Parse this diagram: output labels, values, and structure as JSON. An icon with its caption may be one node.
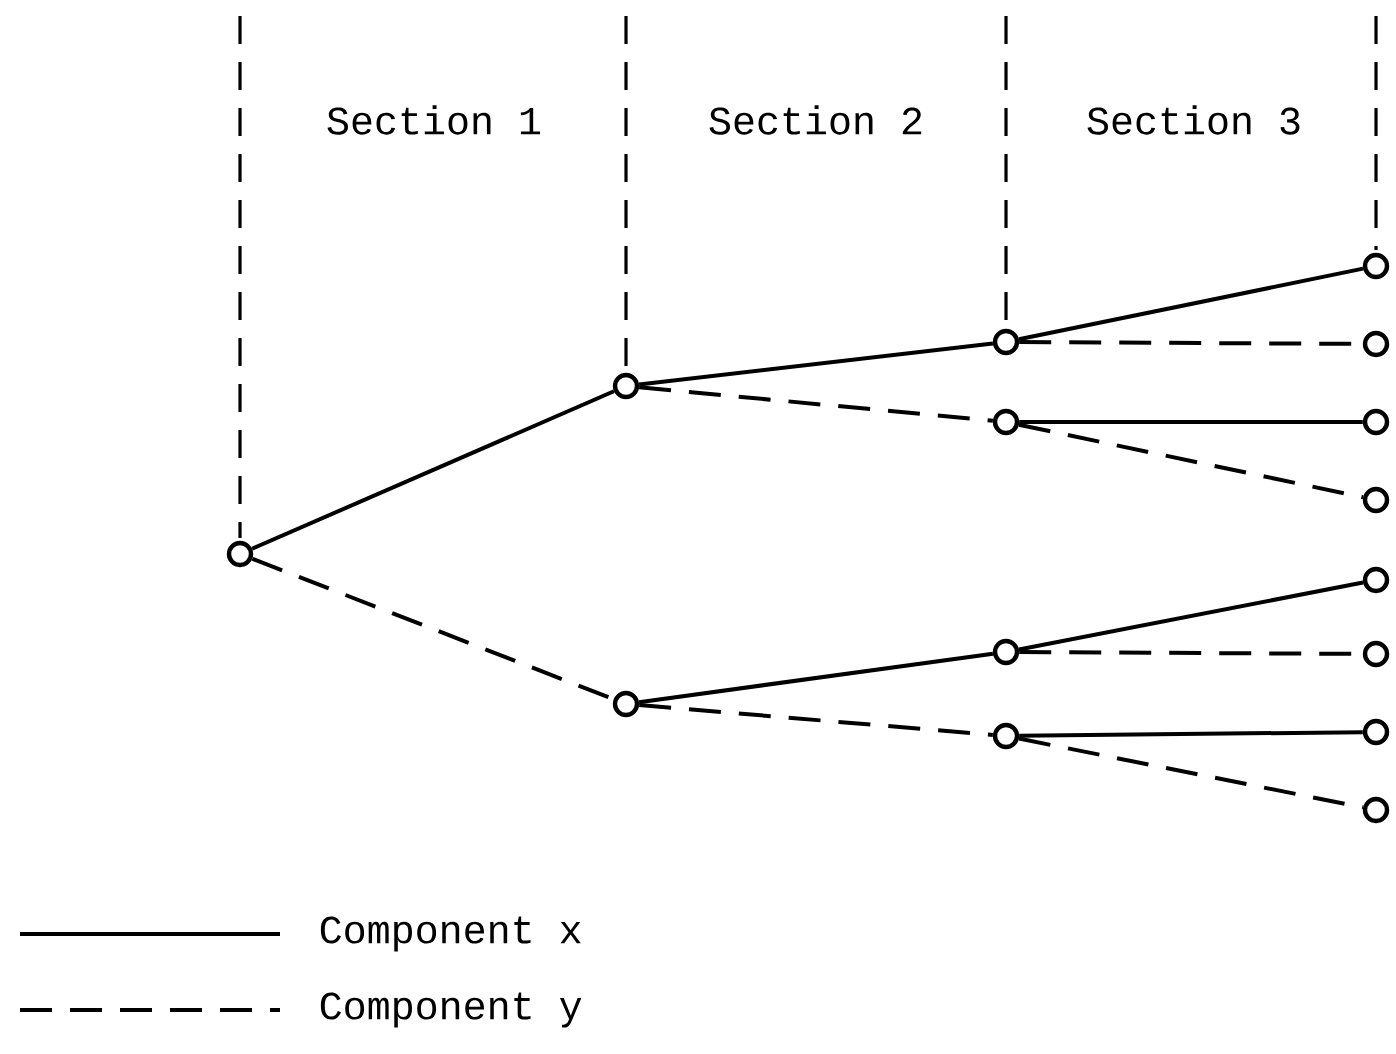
{
  "diagram": {
    "nodes": [
      {
        "text": [],
        "shape": "circle"
      },
      {
        "text": [],
        "shape": "circle"
      },
      {
        "text": [],
        "shape": "circle"
      },
      {
        "text": [],
        "shape": "circle"
      },
      {
        "text": [],
        "shape": "circle"
      },
      {
        "text": [],
        "shape": "circle"
      },
      {
        "text": [],
        "shape": "circle"
      },
      {
        "text": [],
        "shape": "circle"
      },
      {
        "text": [],
        "shape": "circle"
      },
      {
        "text": [],
        "shape": "circle"
      },
      {
        "text": [],
        "shape": "circle"
      },
      {
        "text": [],
        "shape": "circle"
      },
      {
        "text": [],
        "shape": "circle"
      },
      {
        "text": [],
        "shape": "circle"
      },
      {
        "text": [],
        "shape": "circle"
      }
    ],
    "edges": [
      {
        "from": 0,
        "to": 1,
        "arrow": "none"
      },
      {
        "from": 0,
        "to": 2,
        "arrow": "none",
        "style": "dashed"
      },
      {
        "from": 1,
        "to": 3,
        "arrow": "none"
      },
      {
        "from": 1,
        "to": 4,
        "arrow": "none",
        "style": "dashed"
      },
      {
        "from": 2,
        "to": 5,
        "arrow": "none"
      },
      {
        "from": 2,
        "to": 6,
        "arrow": "none",
        "style": "dashed"
      },
      {
        "from": 3,
        "to": 7,
        "arrow": "none"
      },
      {
        "from": 3,
        "to": 8,
        "arrow": "none",
        "style": "dashed"
      },
      {
        "from": 4,
        "to": 9,
        "arrow": "none"
      },
      {
        "from": 4,
        "to": 10,
        "arrow": "none",
        "style": "dashed"
      },
      {
        "from": 5,
        "to": 11,
        "arrow": "none"
      },
      {
        "from": 5,
        "to": 12,
        "arrow": "none",
        "style": "dashed"
      },
      {
        "from": 6,
        "to": 13,
        "arrow": "none"
      },
      {
        "from": 6,
        "to": 14,
        "arrow": "none",
        "style": "dashed"
      }
    ],
    "labels": [
      "Section 1",
      "Section 2",
      "Section 3"
    ],
    "legend": [
      {
        "text": "Component x"
      },
      {
        "text": "Component y"
      }
    ]
  }
}
